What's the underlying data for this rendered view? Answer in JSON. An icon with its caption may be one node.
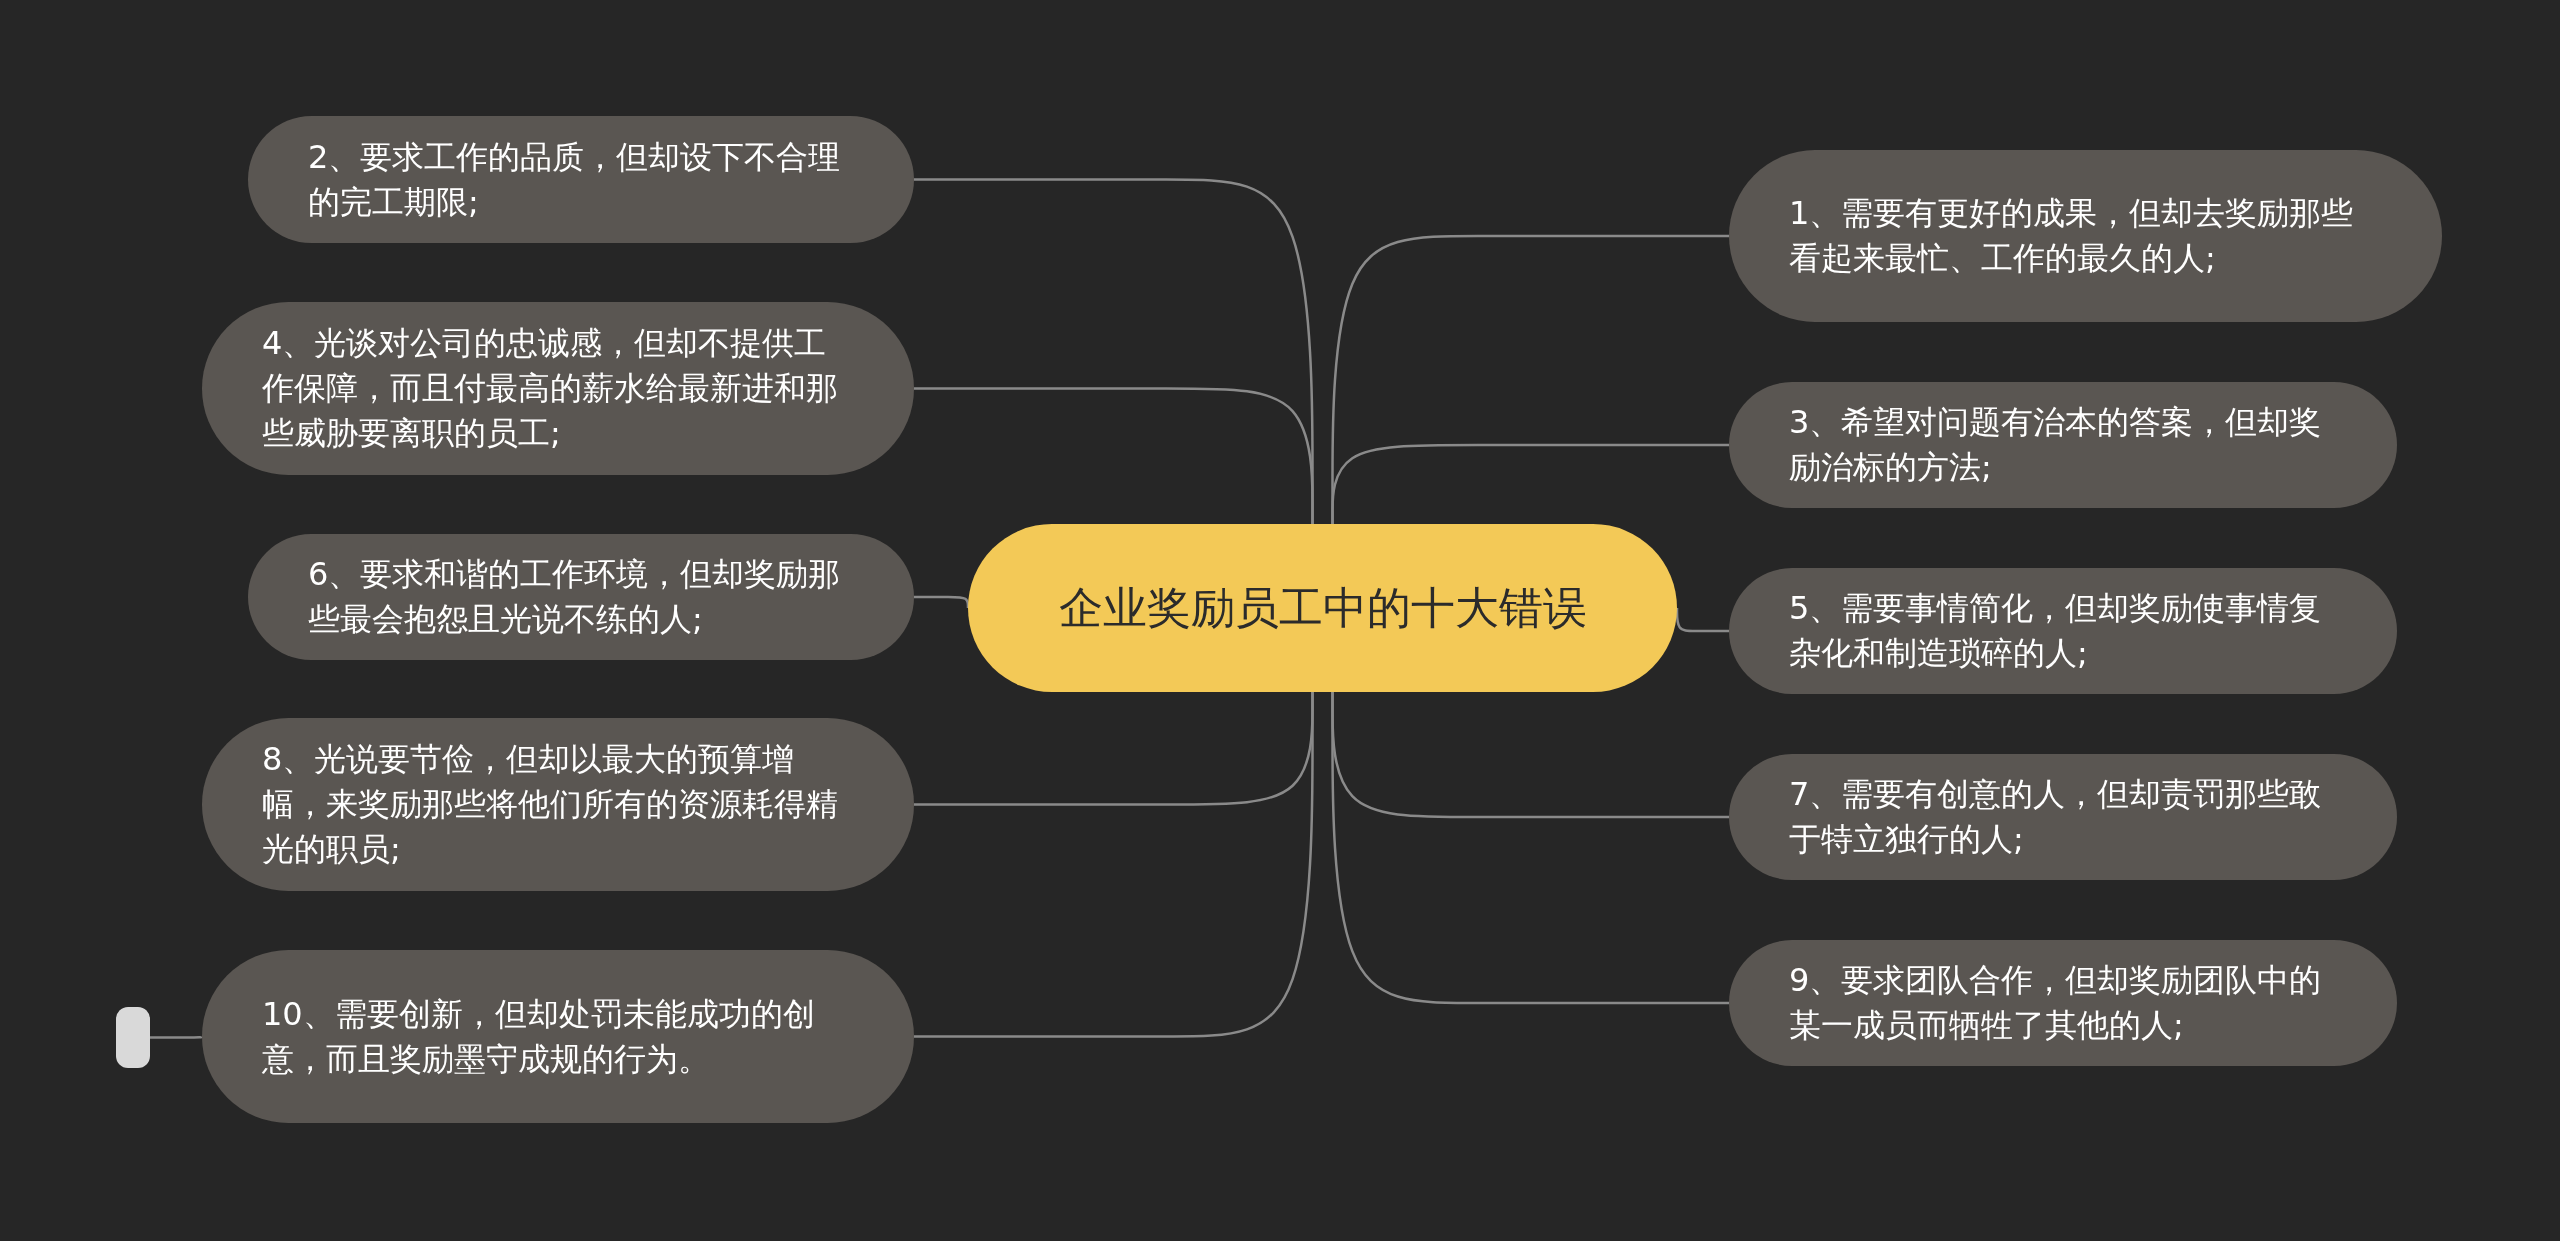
{
  "diagram": {
    "nodes": [
      {
        "text": [
          "企业奖励员工中的十大错误"
        ]
      },
      {
        "text": [
          "1、需要有更好的成果，但却去奖励那些看起来最忙、工作的最久的人;"
        ]
      },
      {
        "text": [
          "2、要求工作的品质，但却设下不合理的完工期限;"
        ]
      },
      {
        "text": [
          "3、希望对问题有治本的答案，但却奖励治标的方法;"
        ]
      },
      {
        "text": [
          "4、光谈对公司的忠诚感，但却不提供工作保障，而且付最高的薪水给最新进和那些威胁要离职的员工;"
        ]
      },
      {
        "text": [
          "5、需要事情简化，但却奖励使事情复杂化和制造琐碎的人;"
        ]
      },
      {
        "text": [
          "6、要求和谐的工作环境，但却奖励那些最会抱怨且光说不练的人;"
        ]
      },
      {
        "text": [
          "7、需要有创意的人，但却责罚那些敢于特立独行的人;"
        ]
      },
      {
        "text": [
          "8、光说要节俭，但却以最大的预算增幅，来奖励那些将他们所有的资源耗得精光的职员;"
        ]
      },
      {
        "text": [
          "9、要求团队合作，但却奖励团队中的某一成员而牺牲了其他的人;"
        ]
      },
      {
        "text": [
          "10、需要创新，但却处罚未能成功的创意，而且奖励墨守成规的行为。"
        ]
      },
      {
        "text": [],
        "shape": "box"
      }
    ],
    "edges": [
      {
        "from": 0,
        "to": 1,
        "arrow": "none"
      },
      {
        "from": 0,
        "to": 2,
        "arrow": "none"
      },
      {
        "from": 0,
        "to": 3,
        "arrow": "none"
      },
      {
        "from": 0,
        "to": 4,
        "arrow": "none"
      },
      {
        "from": 0,
        "to": 5,
        "arrow": "none"
      },
      {
        "from": 0,
        "to": 6,
        "arrow": "none"
      },
      {
        "from": 0,
        "to": 7,
        "arrow": "none"
      },
      {
        "from": 0,
        "to": 8,
        "arrow": "none"
      },
      {
        "from": 0,
        "to": 9,
        "arrow": "none"
      },
      {
        "from": 0,
        "to": 10,
        "arrow": "none"
      },
      {
        "from": 10,
        "to": 11,
        "arrow": "none"
      }
    ]
  }
}
